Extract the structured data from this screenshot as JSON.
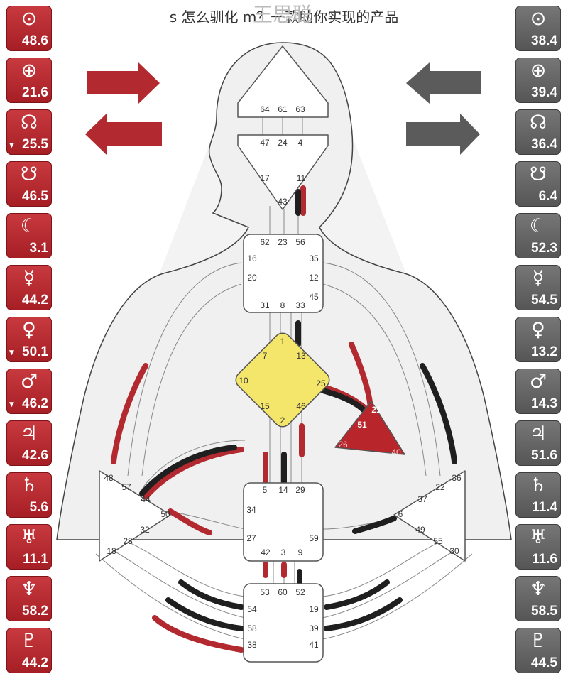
{
  "header": {
    "text": "s 怎么驯化 m？一款助你实现的产品",
    "ghost": "王思聪"
  },
  "left_column": [
    {
      "icon": "sun-icon",
      "symbol": "⊙",
      "value": "48.6",
      "arrow": ""
    },
    {
      "icon": "earth-icon",
      "symbol": "⊕",
      "value": "21.6",
      "arrow": ""
    },
    {
      "icon": "north-node-icon",
      "symbol": "☊",
      "value": "25.5",
      "arrow": "▼"
    },
    {
      "icon": "south-node-icon",
      "symbol": "☋",
      "value": "46.5",
      "arrow": ""
    },
    {
      "icon": "moon-icon",
      "symbol": "☾",
      "value": "3.1",
      "arrow": ""
    },
    {
      "icon": "mercury-icon",
      "symbol": "☿",
      "value": "44.2",
      "arrow": ""
    },
    {
      "icon": "venus-icon",
      "symbol": "♀",
      "value": "50.1",
      "arrow": "▼"
    },
    {
      "icon": "mars-icon",
      "symbol": "♂",
      "value": "46.2",
      "arrow": "▼"
    },
    {
      "icon": "jupiter-icon",
      "symbol": "♃",
      "value": "42.6",
      "arrow": ""
    },
    {
      "icon": "saturn-icon",
      "symbol": "♄",
      "value": "5.6",
      "arrow": ""
    },
    {
      "icon": "uranus-icon",
      "symbol": "♅",
      "value": "11.1",
      "arrow": ""
    },
    {
      "icon": "neptune-icon",
      "symbol": "♆",
      "value": "58.2",
      "arrow": ""
    },
    {
      "icon": "pluto-icon",
      "symbol": "♇",
      "value": "44.2",
      "arrow": ""
    }
  ],
  "right_column": [
    {
      "icon": "sun-icon",
      "symbol": "⊙",
      "value": "38.4",
      "arrow": ""
    },
    {
      "icon": "earth-icon",
      "symbol": "⊕",
      "value": "39.4",
      "arrow": ""
    },
    {
      "icon": "north-node-icon",
      "symbol": "☊",
      "value": "36.4",
      "arrow": ""
    },
    {
      "icon": "south-node-icon",
      "symbol": "☋",
      "value": "6.4",
      "arrow": ""
    },
    {
      "icon": "moon-icon",
      "symbol": "☾",
      "value": "52.3",
      "arrow": ""
    },
    {
      "icon": "mercury-icon",
      "symbol": "☿",
      "value": "54.5",
      "arrow": ""
    },
    {
      "icon": "venus-icon",
      "symbol": "♀",
      "value": "13.2",
      "arrow": ""
    },
    {
      "icon": "mars-icon",
      "symbol": "♂",
      "value": "14.3",
      "arrow": ""
    },
    {
      "icon": "jupiter-icon",
      "symbol": "♃",
      "value": "51.6",
      "arrow": ""
    },
    {
      "icon": "saturn-icon",
      "symbol": "♄",
      "value": "11.4",
      "arrow": ""
    },
    {
      "icon": "uranus-icon",
      "symbol": "♅",
      "value": "11.6",
      "arrow": ""
    },
    {
      "icon": "neptune-icon",
      "symbol": "♆",
      "value": "58.5",
      "arrow": ""
    },
    {
      "icon": "pluto-icon",
      "symbol": "♇",
      "value": "44.5",
      "arrow": ""
    }
  ],
  "colors": {
    "design": "#a51e24",
    "personality": "#555555",
    "identity_center": "#f4e56b",
    "ego_center": "#b8252b"
  },
  "centers": {
    "head": [
      "64",
      "61",
      "63"
    ],
    "ajna": [
      "47",
      "24",
      "4",
      "17",
      "11",
      "43"
    ],
    "throat": [
      "62",
      "23",
      "56",
      "16",
      "35",
      "20",
      "12",
      "45",
      "31",
      "8",
      "33"
    ],
    "g": [
      "1",
      "7",
      "13",
      "10",
      "25",
      "15",
      "46",
      "2"
    ],
    "ego": [
      "21",
      "51",
      "26",
      "40"
    ],
    "spleen": [
      "48",
      "57",
      "44",
      "50",
      "32",
      "28",
      "18"
    ],
    "sacral": [
      "5",
      "14",
      "29",
      "34",
      "27",
      "59",
      "42",
      "3",
      "9"
    ],
    "solar_plexus": [
      "36",
      "22",
      "37",
      "6",
      "49",
      "55",
      "30"
    ],
    "root": [
      "53",
      "60",
      "52",
      "19",
      "54",
      "39",
      "58",
      "38",
      "41"
    ]
  }
}
